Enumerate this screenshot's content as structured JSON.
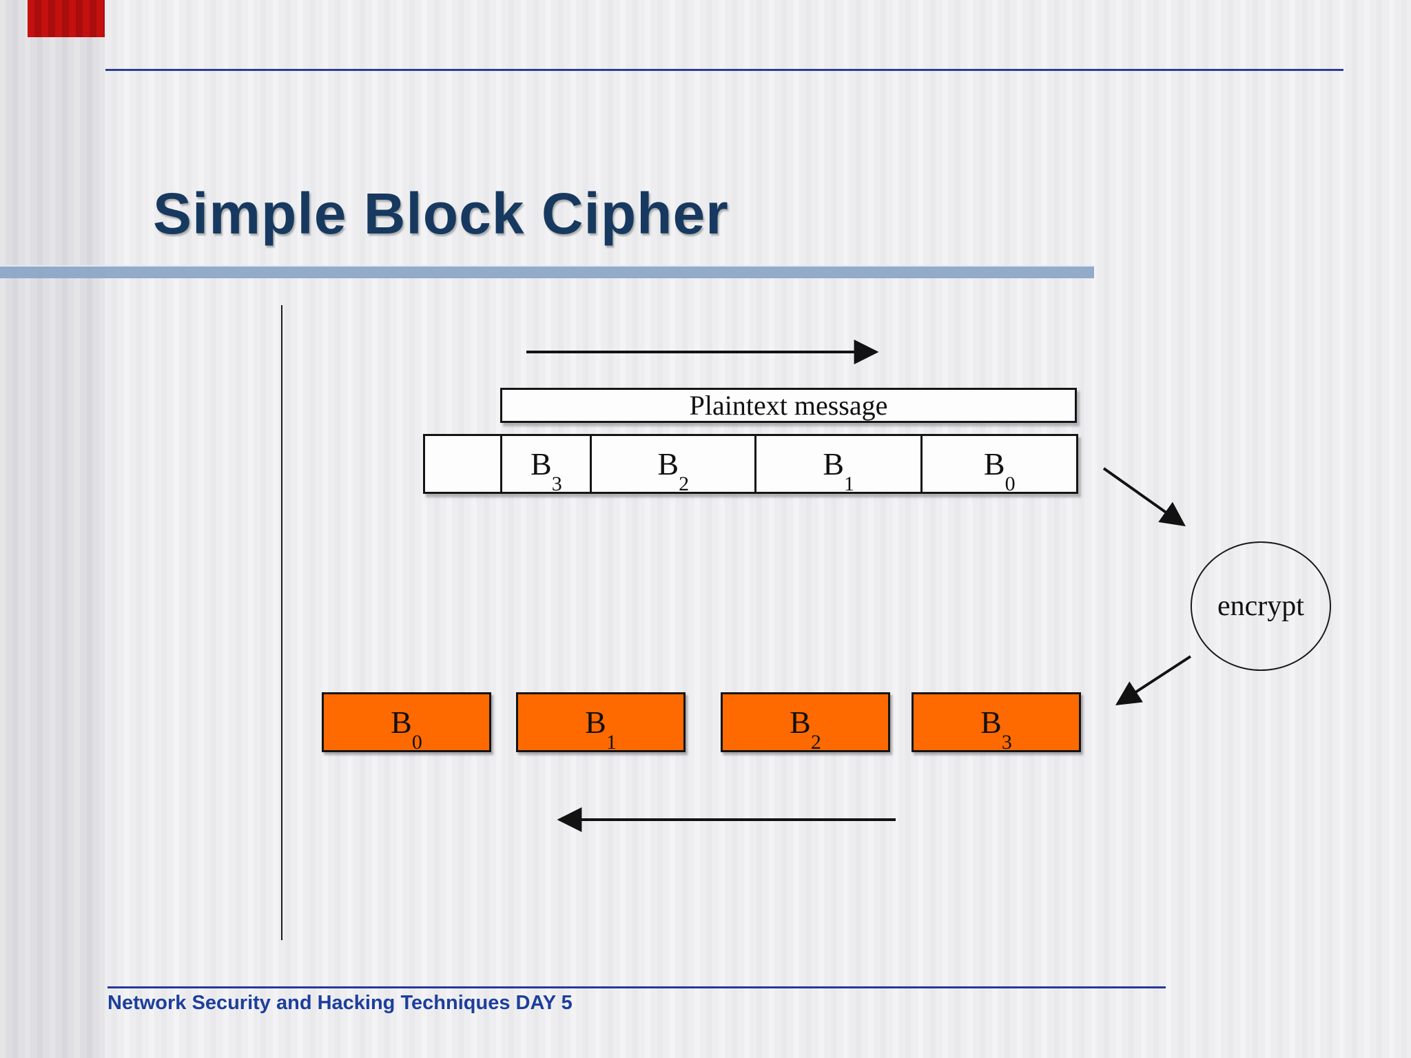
{
  "slide": {
    "title": "Simple Block Cipher",
    "footer": "Network Security and Hacking Techniques DAY 5"
  },
  "diagram": {
    "plaintext_label": "Plaintext message",
    "encrypt_label": "encrypt",
    "plaintext_row": {
      "cells": [
        {
          "base": "",
          "sub": ""
        },
        {
          "base": "B",
          "sub": "3"
        },
        {
          "base": "B",
          "sub": "2"
        },
        {
          "base": "B",
          "sub": "1"
        },
        {
          "base": "B",
          "sub": "0"
        }
      ]
    },
    "cipher_blocks": [
      {
        "base": "B",
        "sub": "0"
      },
      {
        "base": "B",
        "sub": "1"
      },
      {
        "base": "B",
        "sub": "2"
      },
      {
        "base": "B",
        "sub": "3"
      }
    ],
    "arrows": [
      {
        "name": "plaintext-direction-arrow",
        "direction": "right"
      },
      {
        "name": "to-encrypt-arrow",
        "direction": "down-right"
      },
      {
        "name": "from-encrypt-arrow",
        "direction": "down-left"
      },
      {
        "name": "ciphertext-direction-arrow",
        "direction": "left"
      }
    ]
  },
  "colors": {
    "title_navy": "#17395f",
    "footer_blue": "#1d3e9b",
    "rule_navy": "#2c3c94",
    "divider_bar_blue": "#8ba5c5",
    "accent_red": "#c51010",
    "block_orange": "#fe6a00",
    "box_white": "#fdfdfd",
    "ink_black": "#141414"
  }
}
